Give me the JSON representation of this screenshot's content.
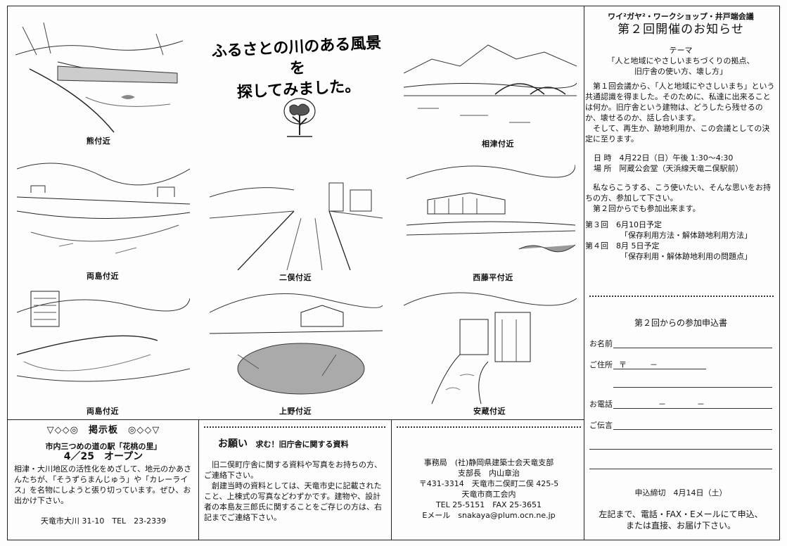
{
  "headline": {
    "line1": "ふるさとの川のある風景を",
    "line2": "探してみました。"
  },
  "sketches": [
    {
      "caption": "熊付近"
    },
    {
      "caption": "相津付近"
    },
    {
      "caption": "両島付近"
    },
    {
      "caption": "二俣付近"
    },
    {
      "caption": "西藤平付近"
    },
    {
      "caption": "両島付近"
    },
    {
      "caption": "上野付近"
    },
    {
      "caption": "安蔵付近"
    }
  ],
  "notice": {
    "series": "ワイ²ガヤ²・ワークショップ・井戸端会議",
    "title": "第２回開催のお知らせ",
    "theme_label": "テーマ",
    "theme_line1": "「人と地域にやさしいまちづくりの拠点、",
    "theme_line2": "旧庁舎の使い方、壊し方」",
    "para1": "第１回会議から、「人と地域にやさしいまち」という共通認識を得ました。そのために、私達に出来ることは何か。旧庁舎という建物は、どうしたら残せるのか、壊せるのか、話し合います。",
    "para2": "そして、再生か、跡地利用か、この会議としての決定に至ります。",
    "date_line": "日 時　4月22日（日）午後 1:30～4:30",
    "place_line": "場 所　阿蔵公会堂（天浜線天竜二俣駅前）",
    "para3": "私ならこうする、こう使いたい、そんな思いをお持ちの方、参加して下さい。",
    "para4": "第２回からでも参加出来ます。",
    "s3_label": "第３回　6月10日予定",
    "s3_topic": "「保存利用方法・解体跡地利用方法」",
    "s4_label": "第４回　8月 5日予定",
    "s4_topic": "「保存利用・解体跡地利用の問題点」"
  },
  "form": {
    "title": "第２回からの参加申込書",
    "name_label": "お名前",
    "address_label": "ご住所",
    "postal_mark": "〒　　　－",
    "phone_label": "お電話",
    "phone_dashes": "－　　　　－",
    "message_label": "ご伝言",
    "deadline": "申込締切　4月14日（土）",
    "instruction1": "左記まで、電話・FAX・Eメールにて申込、",
    "instruction2": "または直接、お届け下さい。"
  },
  "board": {
    "title": "▽◇◇◎　掲示板　◎◇◇▽",
    "sub1": "市内三つめの道の駅「花桃の里」",
    "sub2": "4／25　オープン",
    "body": "相津・大川地区の活性化をめざして、地元のかあさんたちが、「そうずらまんじゅう」や「カレーライス」を名物にしようと張り切っています。ぜひ、お出かけ下さい。",
    "address": "天竜市大川 31-10　TEL　23-2339"
  },
  "request": {
    "title": "お願い",
    "subtitle": "求む！旧庁舎に関する資料",
    "para1": "旧二俣町庁舎に関する資料や写真をお持ちの方、ご連絡下さい。",
    "para2": "創建当時の資料としては、天竜市史に記載されたこと、上棟式の写真などわずかです。建物や、設計者の本島友三郎氏に関することをご存じの方は、右記までご連絡下さい。"
  },
  "office": {
    "line1": "事務局　(社)静岡県建築士会天竜支部",
    "line2": "支部長　内山章治",
    "line3": "〒431-3314　天竜市二俣町二俣 425-5",
    "line4": "天竜市商工会内",
    "line5": "TEL 25-5151　FAX 25-3651",
    "line6": "Eメール　snakaya@plum.ocn.ne.jp"
  }
}
